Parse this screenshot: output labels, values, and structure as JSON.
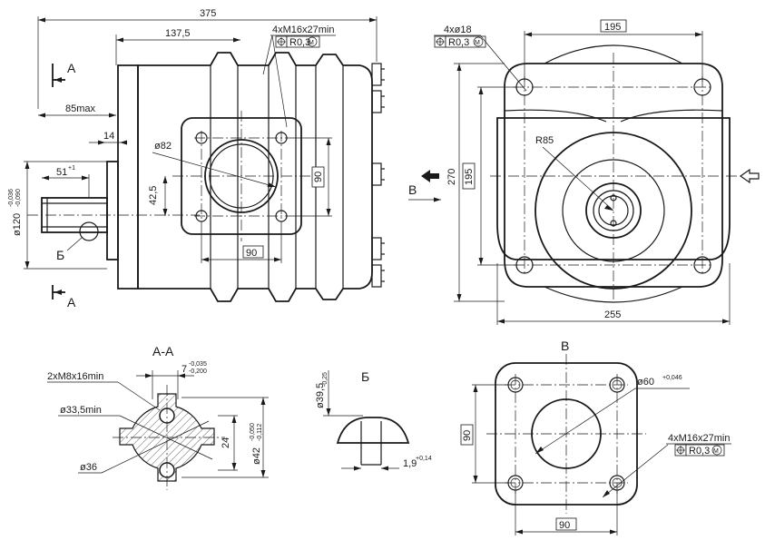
{
  "side_view": {
    "total_length": "375",
    "len_137": "137,5",
    "mount_holes": "4xM16x27min",
    "tolerance": "R0,3",
    "tolerance_mod": "M",
    "len_85max": "85max",
    "dim_14": "14",
    "dim_51": "51",
    "dim_51_tol": "+1",
    "bore_82": "ø82",
    "dim_42_5": "42,5",
    "dim_90_v": "90",
    "dim_90_h": "90",
    "shaft_dia": "ø120",
    "shaft_tol_upper": "-0,036",
    "shaft_tol_lower": "-0,090",
    "section_a_top": "A",
    "section_a_bot": "A",
    "detail_b": "Б"
  },
  "front_view": {
    "holes": "4xø18",
    "tolerance": "R0,3",
    "tolerance_mod": "M",
    "dim_195_h": "195",
    "dim_195_v": "195",
    "dim_270": "270",
    "radius": "R85",
    "dim_255": "255",
    "view_b": "В"
  },
  "section_aa": {
    "title": "А-А",
    "threads": "2xM8x16min",
    "dim_7": "7",
    "dim_7_tol_upper": "-0,035",
    "dim_7_tol_lower": "-0,200",
    "dia_33_5": "ø33,5min",
    "dia_36": "ø36",
    "dim_24": "24",
    "dia_42": "ø42",
    "dia_42_tol_upper": "-0,050",
    "dia_42_tol_lower": "-0,112"
  },
  "detail_b": {
    "title": "Б",
    "dia": "ø39,5",
    "dia_tol": "-0,25",
    "dim": "1,9",
    "dim_tol": "+0,14"
  },
  "view_b": {
    "title": "В",
    "bore": "ø60",
    "bore_tol": "+0,046",
    "dim_90_v": "90",
    "dim_90_h": "90",
    "holes": "4xM16x27min",
    "tolerance": "R0,3",
    "tolerance_mod": "M"
  }
}
